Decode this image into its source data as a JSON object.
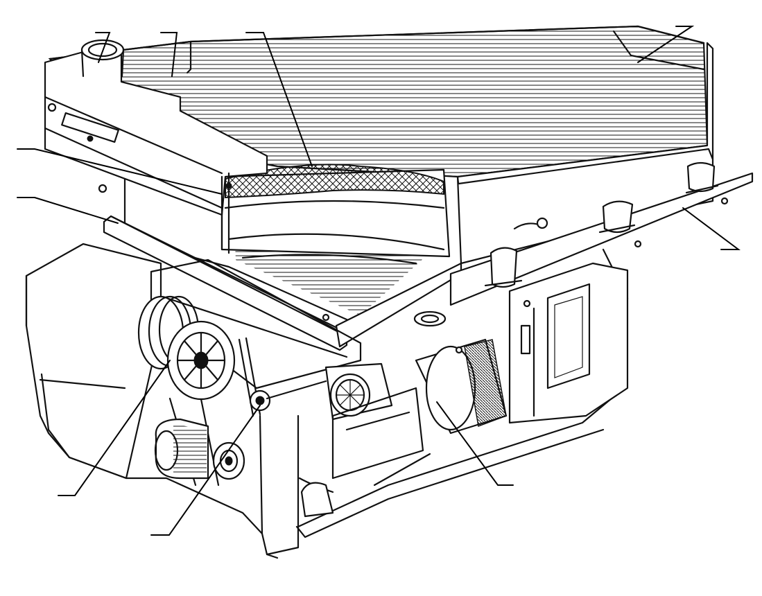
{
  "figure": {
    "kind": "technical-line-drawing",
    "subject_icon": "grain-separator-machine-illustration",
    "ink_color": "#111111",
    "background_color": "#ffffff",
    "callout_count": 9
  }
}
